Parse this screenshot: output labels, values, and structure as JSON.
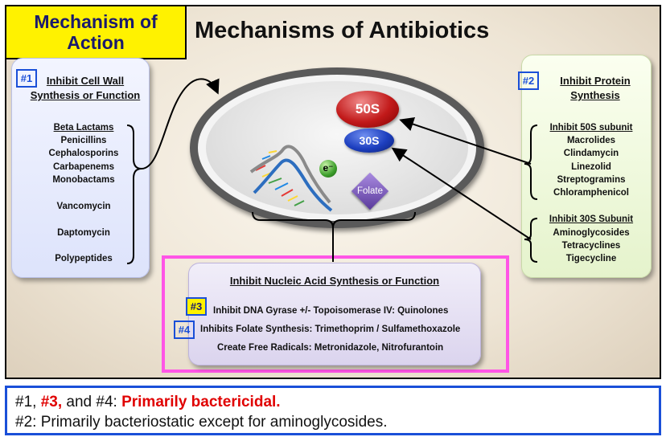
{
  "header": {
    "badge": "Mechanism of Action",
    "title": "Mechanisms of Antibiotics"
  },
  "cell_wall": {
    "badge": "#1",
    "title": "Inhibit Cell Wall Synthesis or Function",
    "group_heading": "Beta Lactams",
    "beta_lactams": [
      "Penicillins",
      "Cephalosporins",
      "Carbapenems",
      "Monobactams"
    ],
    "others": [
      "Vancomycin",
      "Daptomycin",
      "Polypeptides"
    ]
  },
  "protein": {
    "badge": "#2",
    "title": "Inhibit Protein Synthesis",
    "sub50_heading": "Inhibit 50S subunit",
    "sub50_drugs": [
      "Macrolides",
      "Clindamycin",
      "Linezolid",
      "Streptogramins",
      "Chloramphenicol"
    ],
    "sub30_heading": "Inhibit 30S Subunit",
    "sub30_drugs": [
      "Aminoglycosides",
      "Tetracyclines",
      "Tigecycline"
    ]
  },
  "nucleic": {
    "title": "Inhibit Nucleic Acid Synthesis or Function",
    "badge3": "#3",
    "badge4": "#4",
    "line1": "Inhibit DNA Gyrase +/- Topoisomerase IV: Quinolones",
    "line2": "Inhibits Folate Synthesis: Trimethoprim / Sulfamethoxazole",
    "line3": "Create Free Radicals: Metronidazole, Nitrofurantoin"
  },
  "cell": {
    "ribosome_50s": "50S",
    "ribosome_30s": "30S",
    "electron": "e⁻",
    "folate": "Folate"
  },
  "footer": {
    "line1_a": "#1, ",
    "line1_red3": "#3,",
    "line1_b": " and #4: ",
    "line1_red": "Primarily bactericidal.",
    "line2": "#2: Primarily bacteriostatic except for aminoglycosides."
  },
  "colors": {
    "badge_yellow": "#fff200",
    "badge_blue": "#1a4fd8",
    "highlight_pink": "#ff55e6",
    "bactericidal_red": "#e00000",
    "ribosome_50s": "#c21a1a",
    "ribosome_30s": "#1d3fbf"
  }
}
